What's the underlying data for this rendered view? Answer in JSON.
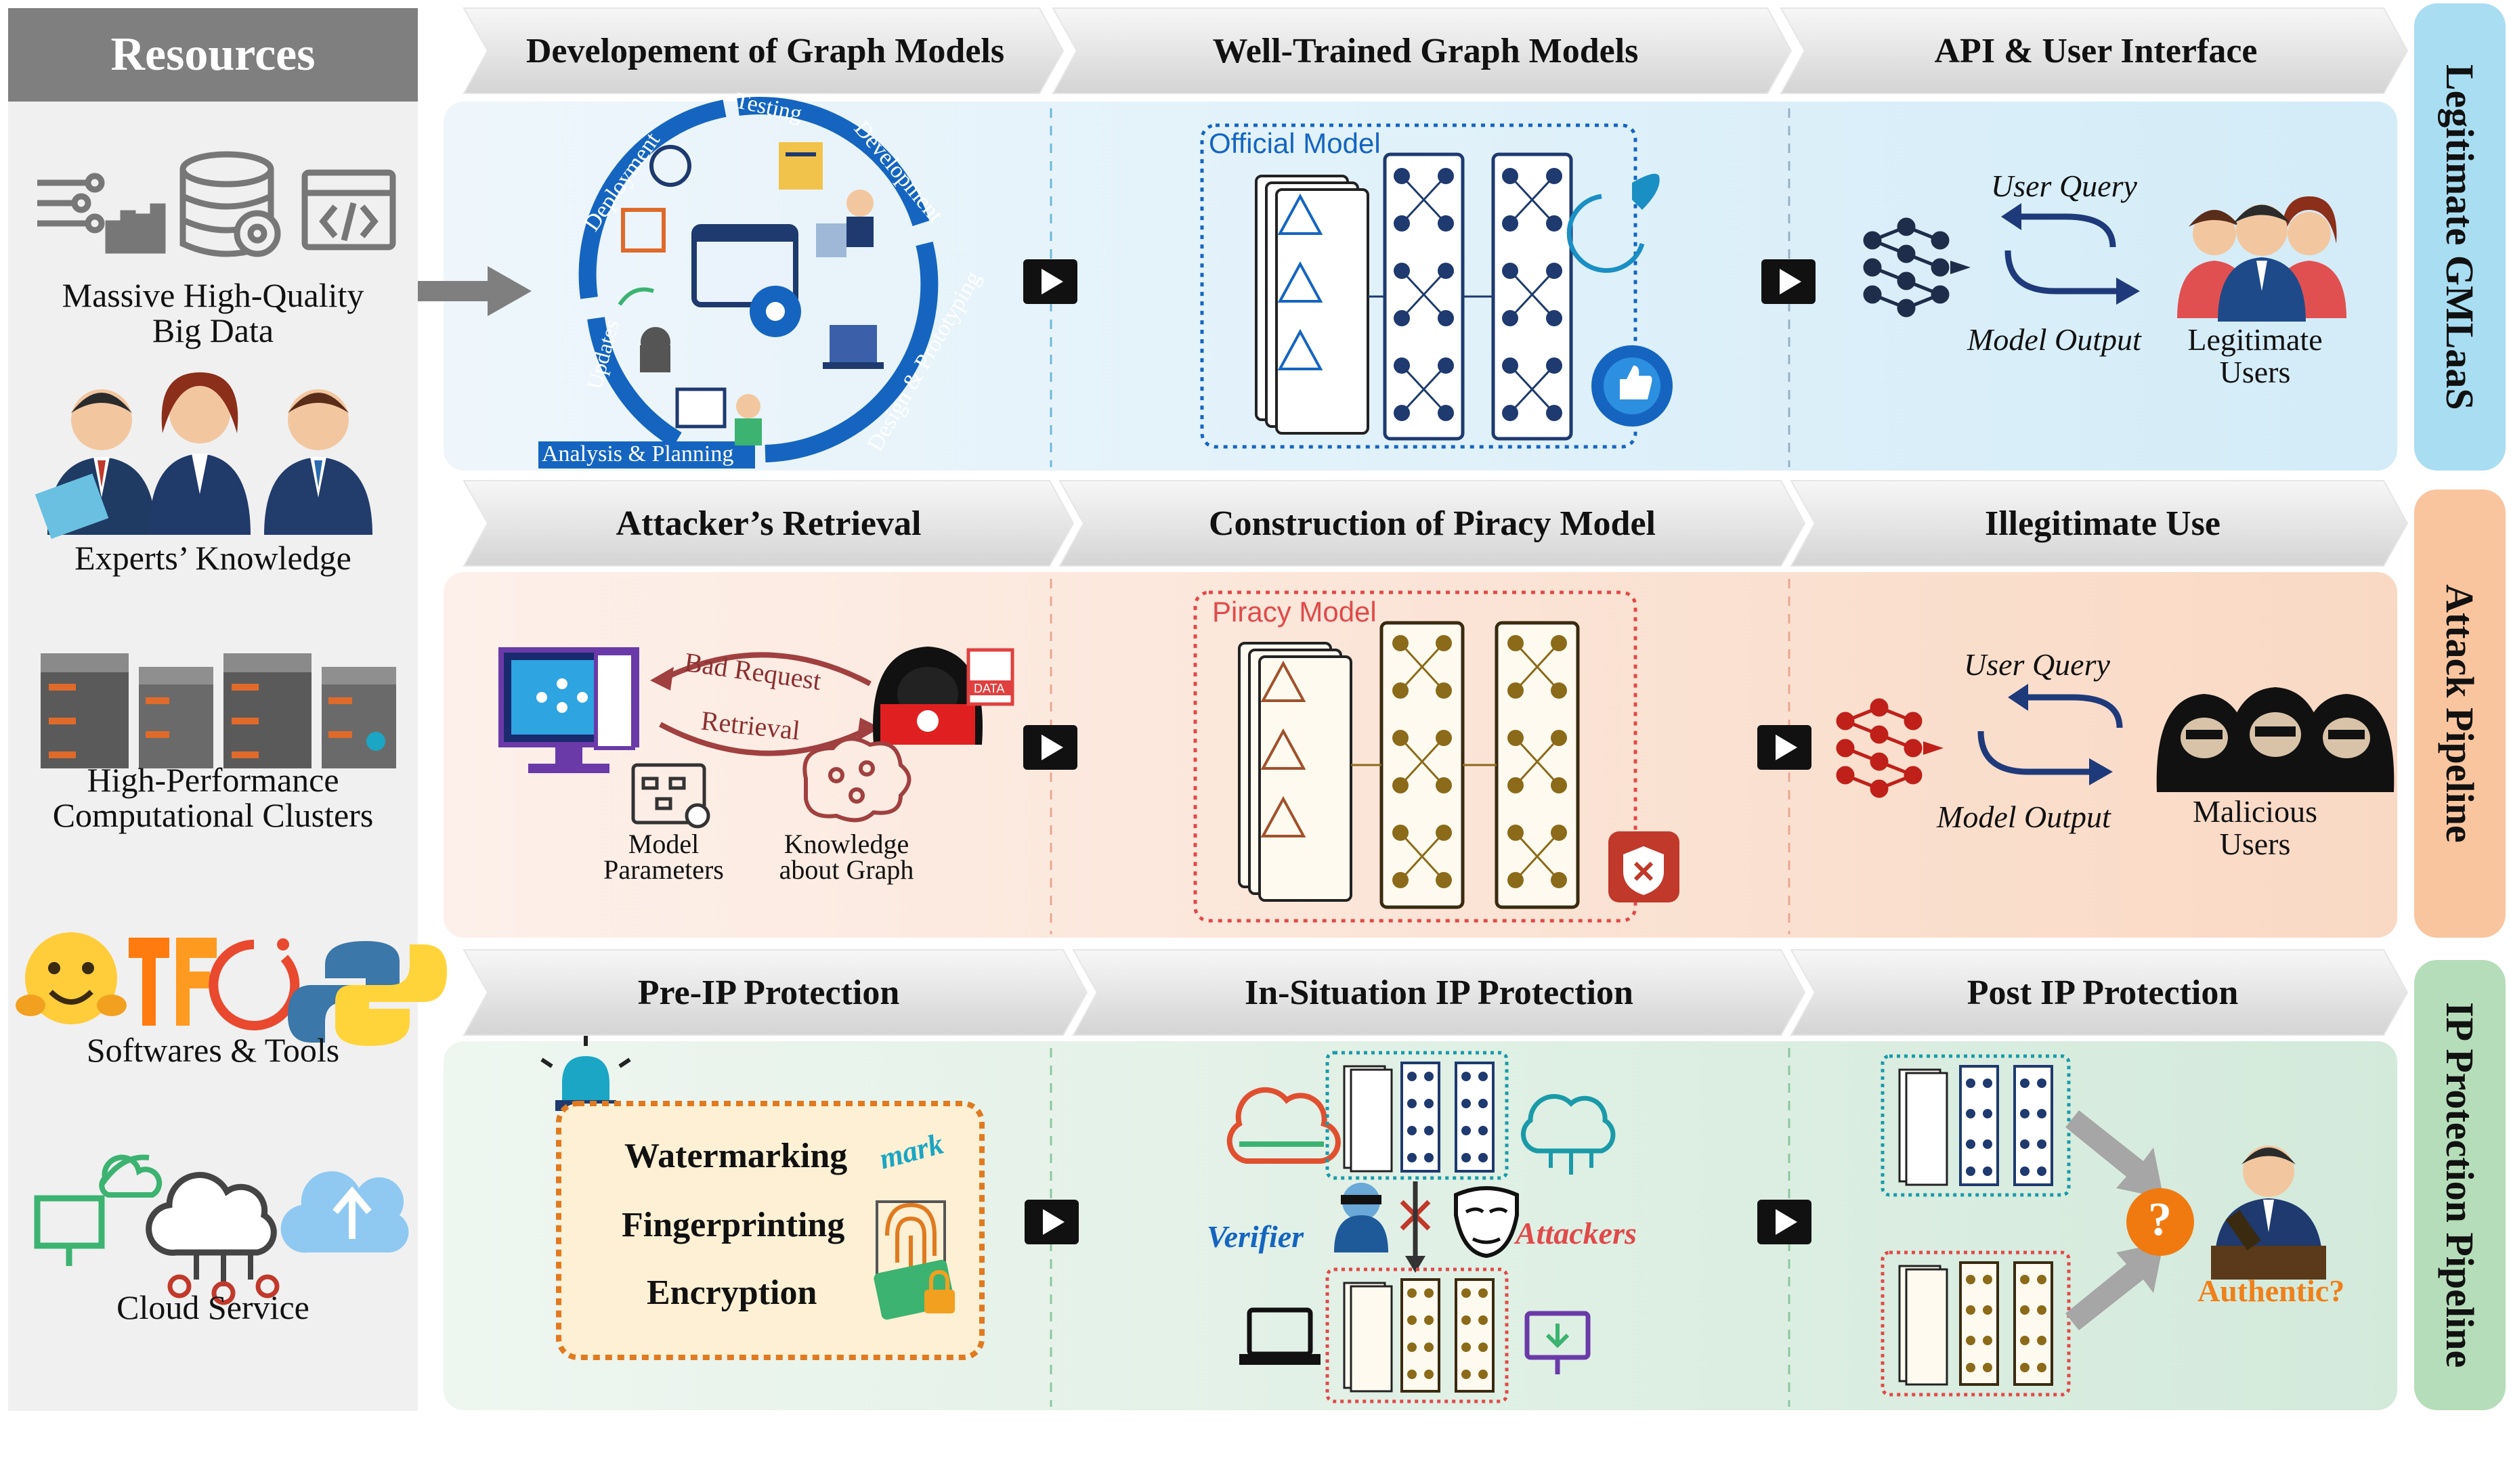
{
  "resources": {
    "title": "Resources",
    "items": [
      {
        "label_line1": "Massive High-Quality",
        "label_line2": "Big Data"
      },
      {
        "label_line1": "Experts’ Knowledge"
      },
      {
        "label_line1": "High-Performance",
        "label_line2": "Computational Clusters"
      },
      {
        "label_line1": "Softwares & Tools"
      },
      {
        "label_line1": "Cloud Service"
      }
    ]
  },
  "legitimate": {
    "side_label": "Legitimate GMLaaS",
    "stages": [
      "Developement of Graph Models",
      "Well-Trained Graph Models",
      "API & User Interface"
    ],
    "cycle_labels": [
      "Testing",
      "Development",
      "Design & Prototyping",
      "Analysis & Planning",
      "Updates",
      "Deployment"
    ],
    "model_label": "Official Model",
    "user_query": "User Query",
    "model_output": "Model Output",
    "users_line1": "Legitimate",
    "users_line2": "Users",
    "colors": {
      "panel": "#dcedf7",
      "side": "#a9ddf2",
      "accent": "#1565c0"
    }
  },
  "attack": {
    "side_label": "Attack Pipeline",
    "stages": [
      "Attacker’s Retrieval",
      "Construction of Piracy Model",
      "Illegitimate Use"
    ],
    "bad_request": "Bad Request",
    "retrieval": "Retrieval",
    "data_tag": "DATA",
    "params_line1": "Model",
    "params_line2": "Parameters",
    "knowledge_line1": "Knowledge",
    "knowledge_line2": "about Graph",
    "model_label": "Piracy Model",
    "user_query": "User Query",
    "model_output": "Model Output",
    "users_line1": "Malicious",
    "users_line2": "Users",
    "colors": {
      "panel": "#fbe3d6",
      "side": "#f9c59e",
      "accent": "#c0392b"
    }
  },
  "ip": {
    "side_label": "IP Protection Pipeline",
    "stages": [
      "Pre-IP Protection",
      "In-Situation IP Protection",
      "Post IP Protection"
    ],
    "methods": [
      "Watermarking",
      "Fingerprinting",
      "Encryption"
    ],
    "mark_text": "mark",
    "verifier": "Verifier",
    "attackers": "Attackers",
    "question": "?",
    "authentic": "Authentic?",
    "colors": {
      "panel": "#e0efe3",
      "side": "#b5ddb9",
      "accent": "#f0a030"
    }
  }
}
